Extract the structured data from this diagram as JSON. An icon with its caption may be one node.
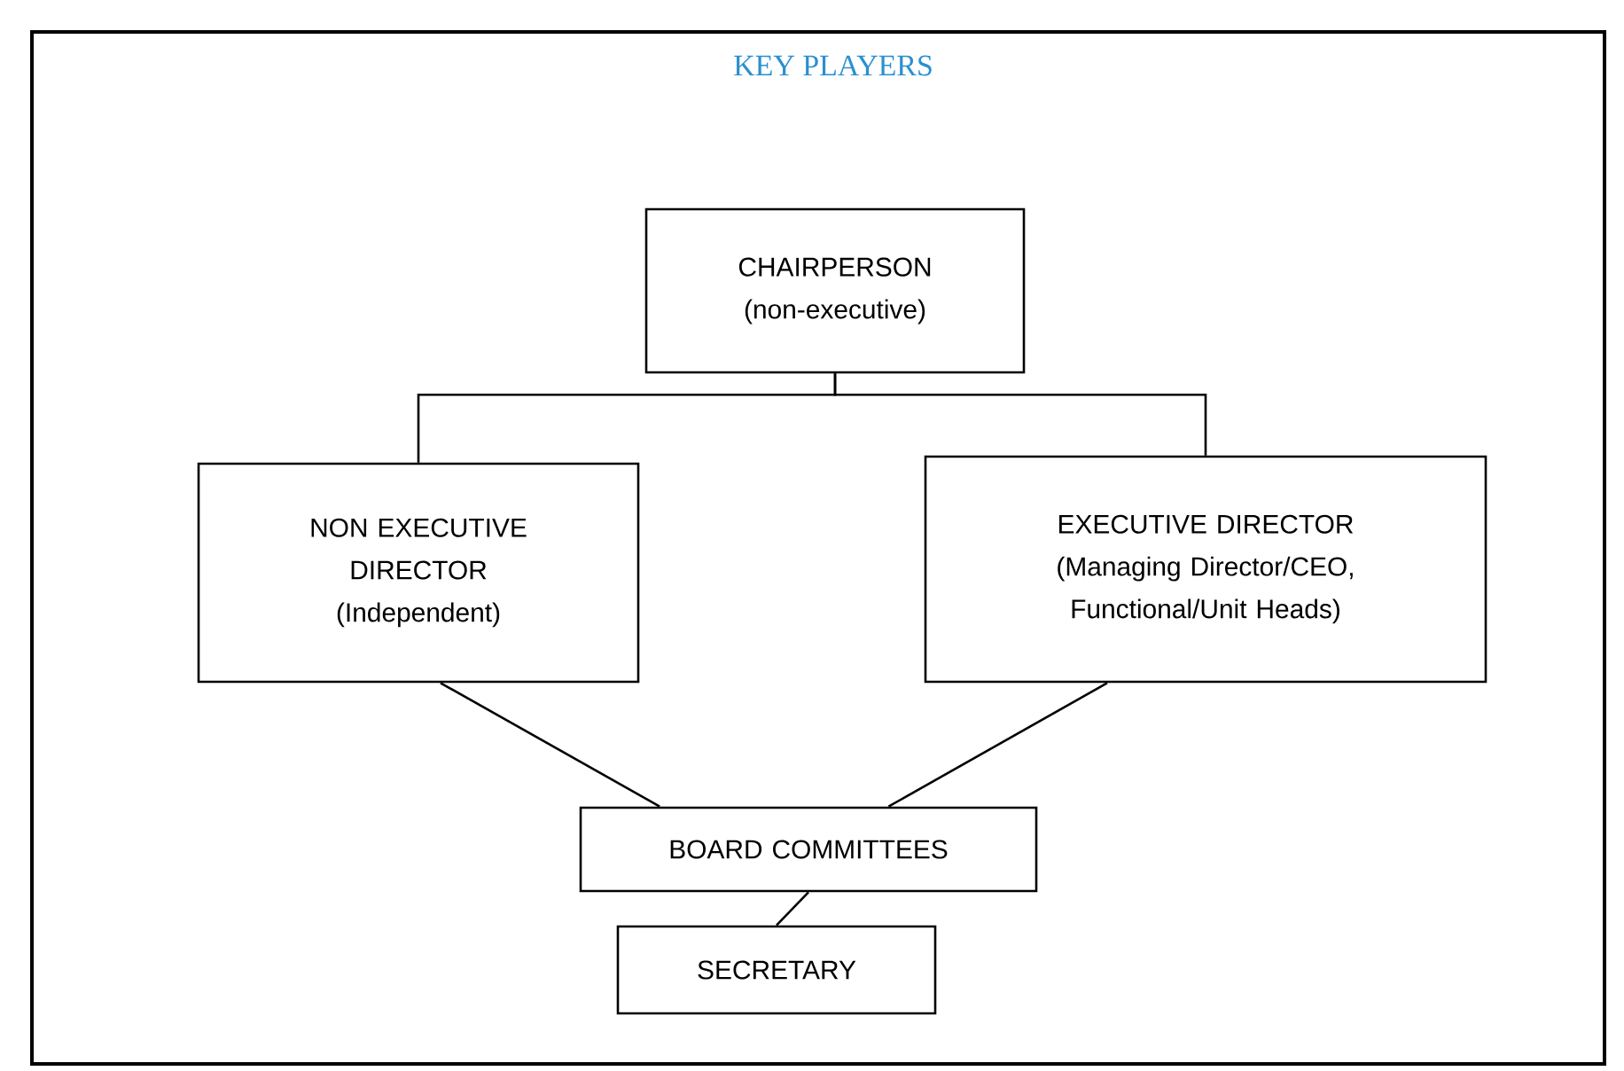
{
  "diagram": {
    "title": "KEY PLAYERS",
    "nodes": [
      {
        "text": [
          "CHAIRPERSON",
          "(non-executive)"
        ]
      },
      {
        "text": [
          "NON EXECUTIVE DIRECTOR",
          "(Independent)"
        ]
      },
      {
        "text": [
          "EXECUTIVE DIRECTOR",
          "(Managing Director/CEO, Functional/Unit Heads)"
        ]
      },
      {
        "text": [
          "BOARD COMMITTEES"
        ]
      },
      {
        "text": [
          "SECRETARY"
        ]
      }
    ],
    "edges": [
      {
        "from": 0,
        "to": 1,
        "arrow": "none"
      },
      {
        "from": 0,
        "to": 2,
        "arrow": "none"
      },
      {
        "from": 1,
        "to": 3,
        "arrow": "none"
      },
      {
        "from": 2,
        "to": 3,
        "arrow": "none"
      },
      {
        "from": 3,
        "to": 4,
        "arrow": "none"
      }
    ]
  }
}
